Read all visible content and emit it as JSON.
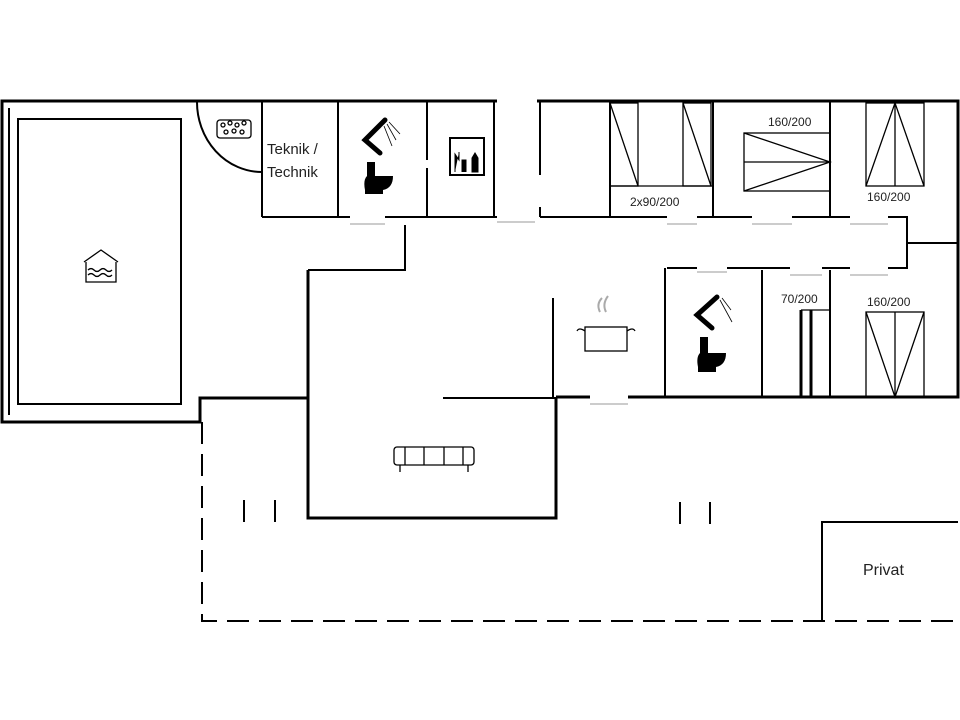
{
  "rooms": {
    "technik_label_1": "Teknik /",
    "technik_label_2": "Technik",
    "bedroom_1_bed": "2x90/200",
    "bedroom_2_bed": "160/200",
    "bedroom_3_bed": "160/200",
    "bedroom_4_bed": "70/200",
    "bedroom_5_bed": "160/200",
    "privat_label": "Privat"
  },
  "icons": [
    "pool-icon",
    "jacuzzi-icon",
    "shower-icon",
    "toilet-icon",
    "sauna-icon",
    "kitchen-pot-icon",
    "sofa-icon"
  ],
  "colors": {
    "walls": "#000000",
    "background": "#ffffff",
    "doors": "#bbbbbb"
  }
}
